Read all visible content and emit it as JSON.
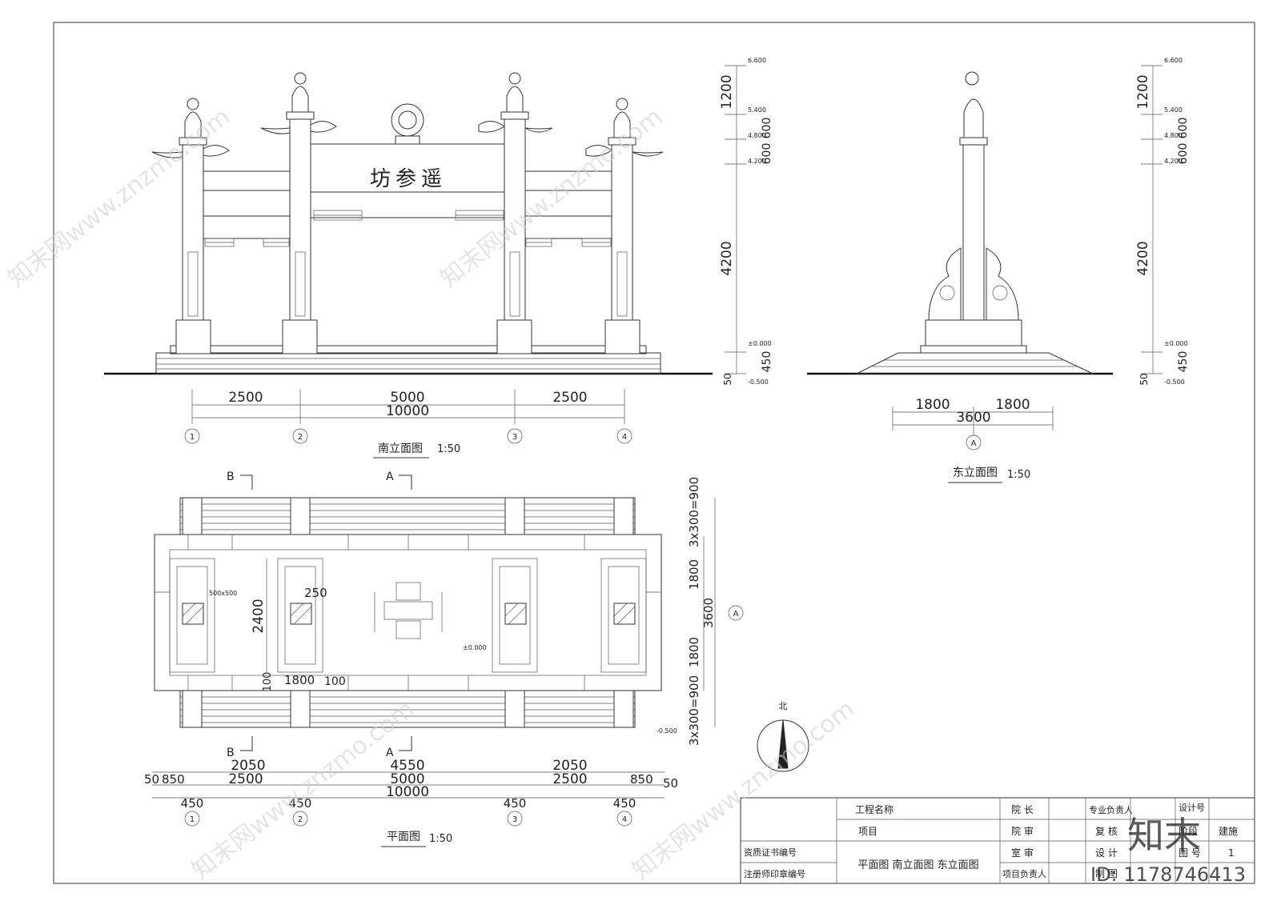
{
  "sheet": {
    "south_elevation": {
      "title": "南立面图",
      "scale": "1:50",
      "signboard": "坊参遥",
      "dims_top": [
        "2500",
        "5000",
        "2500"
      ],
      "dims_total": "10000",
      "axes": [
        "1",
        "2",
        "3",
        "4"
      ],
      "heights": [
        "1200",
        "600",
        "600",
        "4200",
        "450",
        "50"
      ],
      "levels": [
        "6.600",
        "5.400",
        "4.800",
        "4.200",
        "±0.000",
        "-0.500"
      ]
    },
    "east_elevation": {
      "title": "东立面图",
      "scale": "1:50",
      "dims_top": [
        "1800",
        "1800"
      ],
      "dims_total": "3600",
      "axis": "A",
      "heights": [
        "1200",
        "600",
        "600",
        "4200",
        "450",
        "50"
      ],
      "levels": [
        "6.600",
        "5.400",
        "4.800",
        "4.200",
        "±0.000",
        "-0.500"
      ]
    },
    "plan": {
      "title": "平面图",
      "scale": "1:50",
      "section_marks": [
        "B",
        "A"
      ],
      "dims_row1": [
        "2050",
        "4550",
        "2050"
      ],
      "dims_row2": [
        "50",
        "850",
        "2500",
        "5000",
        "2500",
        "850",
        "50"
      ],
      "dims_total": "10000",
      "dims_post": [
        "450",
        "450",
        "450",
        "450"
      ],
      "axes": [
        "1",
        "2",
        "3",
        "4"
      ],
      "inner_dims": [
        "2400",
        "250",
        "1800",
        "100",
        "100",
        "500x500"
      ],
      "level_inner": "±0.000",
      "level_outer": "-0.500",
      "side_dims": [
        "3x300=900",
        "1800",
        "3600",
        "1800",
        "3x300=900"
      ],
      "side_axis": "A",
      "north": "北"
    },
    "title_block": {
      "project_name": "工程名称",
      "project": "项目",
      "president": "院  长",
      "dean_review": "院  审",
      "office_review": "室  审",
      "project_leader": "项目负责人",
      "discipline_leader": "专业负责人",
      "check": "复  核",
      "design": "设  计",
      "drawing": "制  图",
      "design_no": "设计号",
      "stage_label": "阶段",
      "stage_value": "建施",
      "drawing_no_label": "图  号",
      "drawing_no": "1",
      "qualification_no": "资质证书编号",
      "registered_seal": "注册师印章编号",
      "drawing_content": "平面图 南立面图 东立面图"
    },
    "watermark": {
      "brand": "知末",
      "id": "ID: 1178746413",
      "text": "知末网www.znzmo.com"
    }
  }
}
